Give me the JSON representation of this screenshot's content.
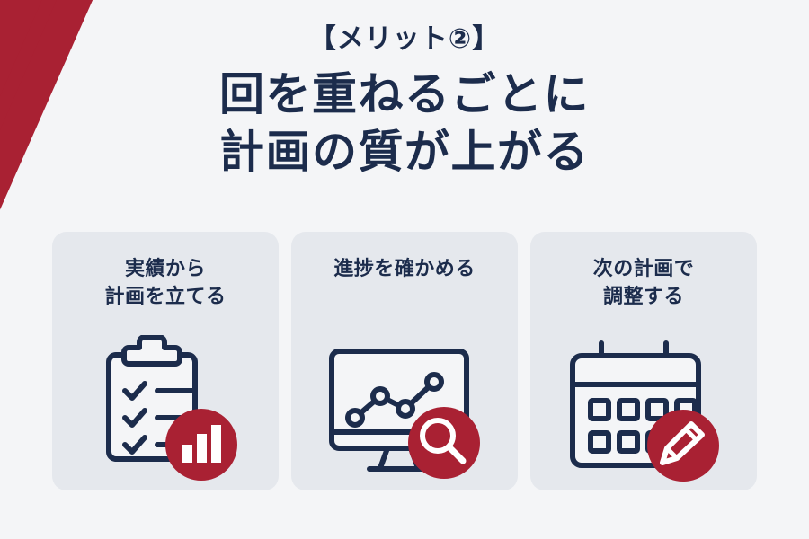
{
  "slide": {
    "background_color": "#f4f5f7",
    "accent_red": "#a92133",
    "navy": "#1c2c4c",
    "card_background": "#e5e8ed"
  },
  "header": {
    "eyebrow": "【メリット②】",
    "title_line_1": "回を重ねるごとに",
    "title_line_2": "計画の質が上がる"
  },
  "cards": [
    {
      "label_line_1": "実績から",
      "label_line_2": "計画を立てる",
      "icon": "clipboard-checklist-icon",
      "badge_icon": "bar-chart-icon"
    },
    {
      "label_line_1": "進捗を確かめる",
      "label_line_2": "",
      "icon": "monitor-line-chart-icon",
      "badge_icon": "magnifier-icon"
    },
    {
      "label_line_1": "次の計画で",
      "label_line_2": "調整する",
      "icon": "calendar-icon",
      "badge_icon": "pencil-icon"
    }
  ]
}
